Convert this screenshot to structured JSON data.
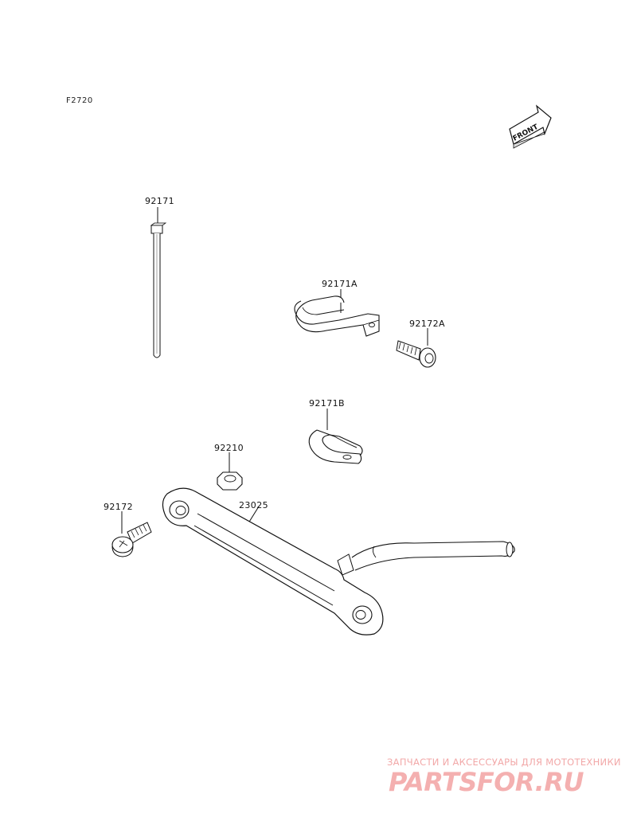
{
  "figure_code": "F2720",
  "front_label": "FRONT",
  "callouts": {
    "tie": "92171",
    "clamp_a": "92171A",
    "screw_a": "92172A",
    "clamp_b": "92171B",
    "nut": "92210",
    "screw": "92172",
    "rod": "23025"
  },
  "watermark": {
    "tagline": "ЗАПЧАСТИ И АКСЕССУАРЫ ДЛЯ МОТОТЕХНИКИ",
    "logo": "PARTSFOR.RU"
  }
}
